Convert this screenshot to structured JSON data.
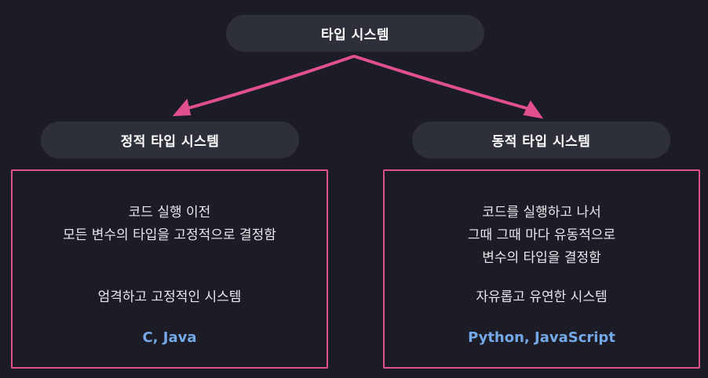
{
  "diagram": {
    "root": {
      "label": "타입 시스템"
    },
    "static": {
      "label": "정적 타입 시스템",
      "description_lines": [
        "코드 실행 이전",
        "모든 변수의 타입을 고정적으로 결정함"
      ],
      "summary": "엄격하고 고정적인 시스템",
      "languages": "C, Java"
    },
    "dynamic": {
      "label": "동적 타입 시스템",
      "description_lines": [
        "코드를 실행하고 나서",
        "그때 그때 마다 유동적으로",
        "변수의 타입을 결정함"
      ],
      "summary": "자유롭고 유연한 시스템",
      "languages": "Python, JavaScript"
    },
    "colors": {
      "background": "#1c1c27",
      "node_fill": "#2e3039",
      "accent_pink": "#e0508e",
      "language_blue": "#74a8e6"
    }
  }
}
